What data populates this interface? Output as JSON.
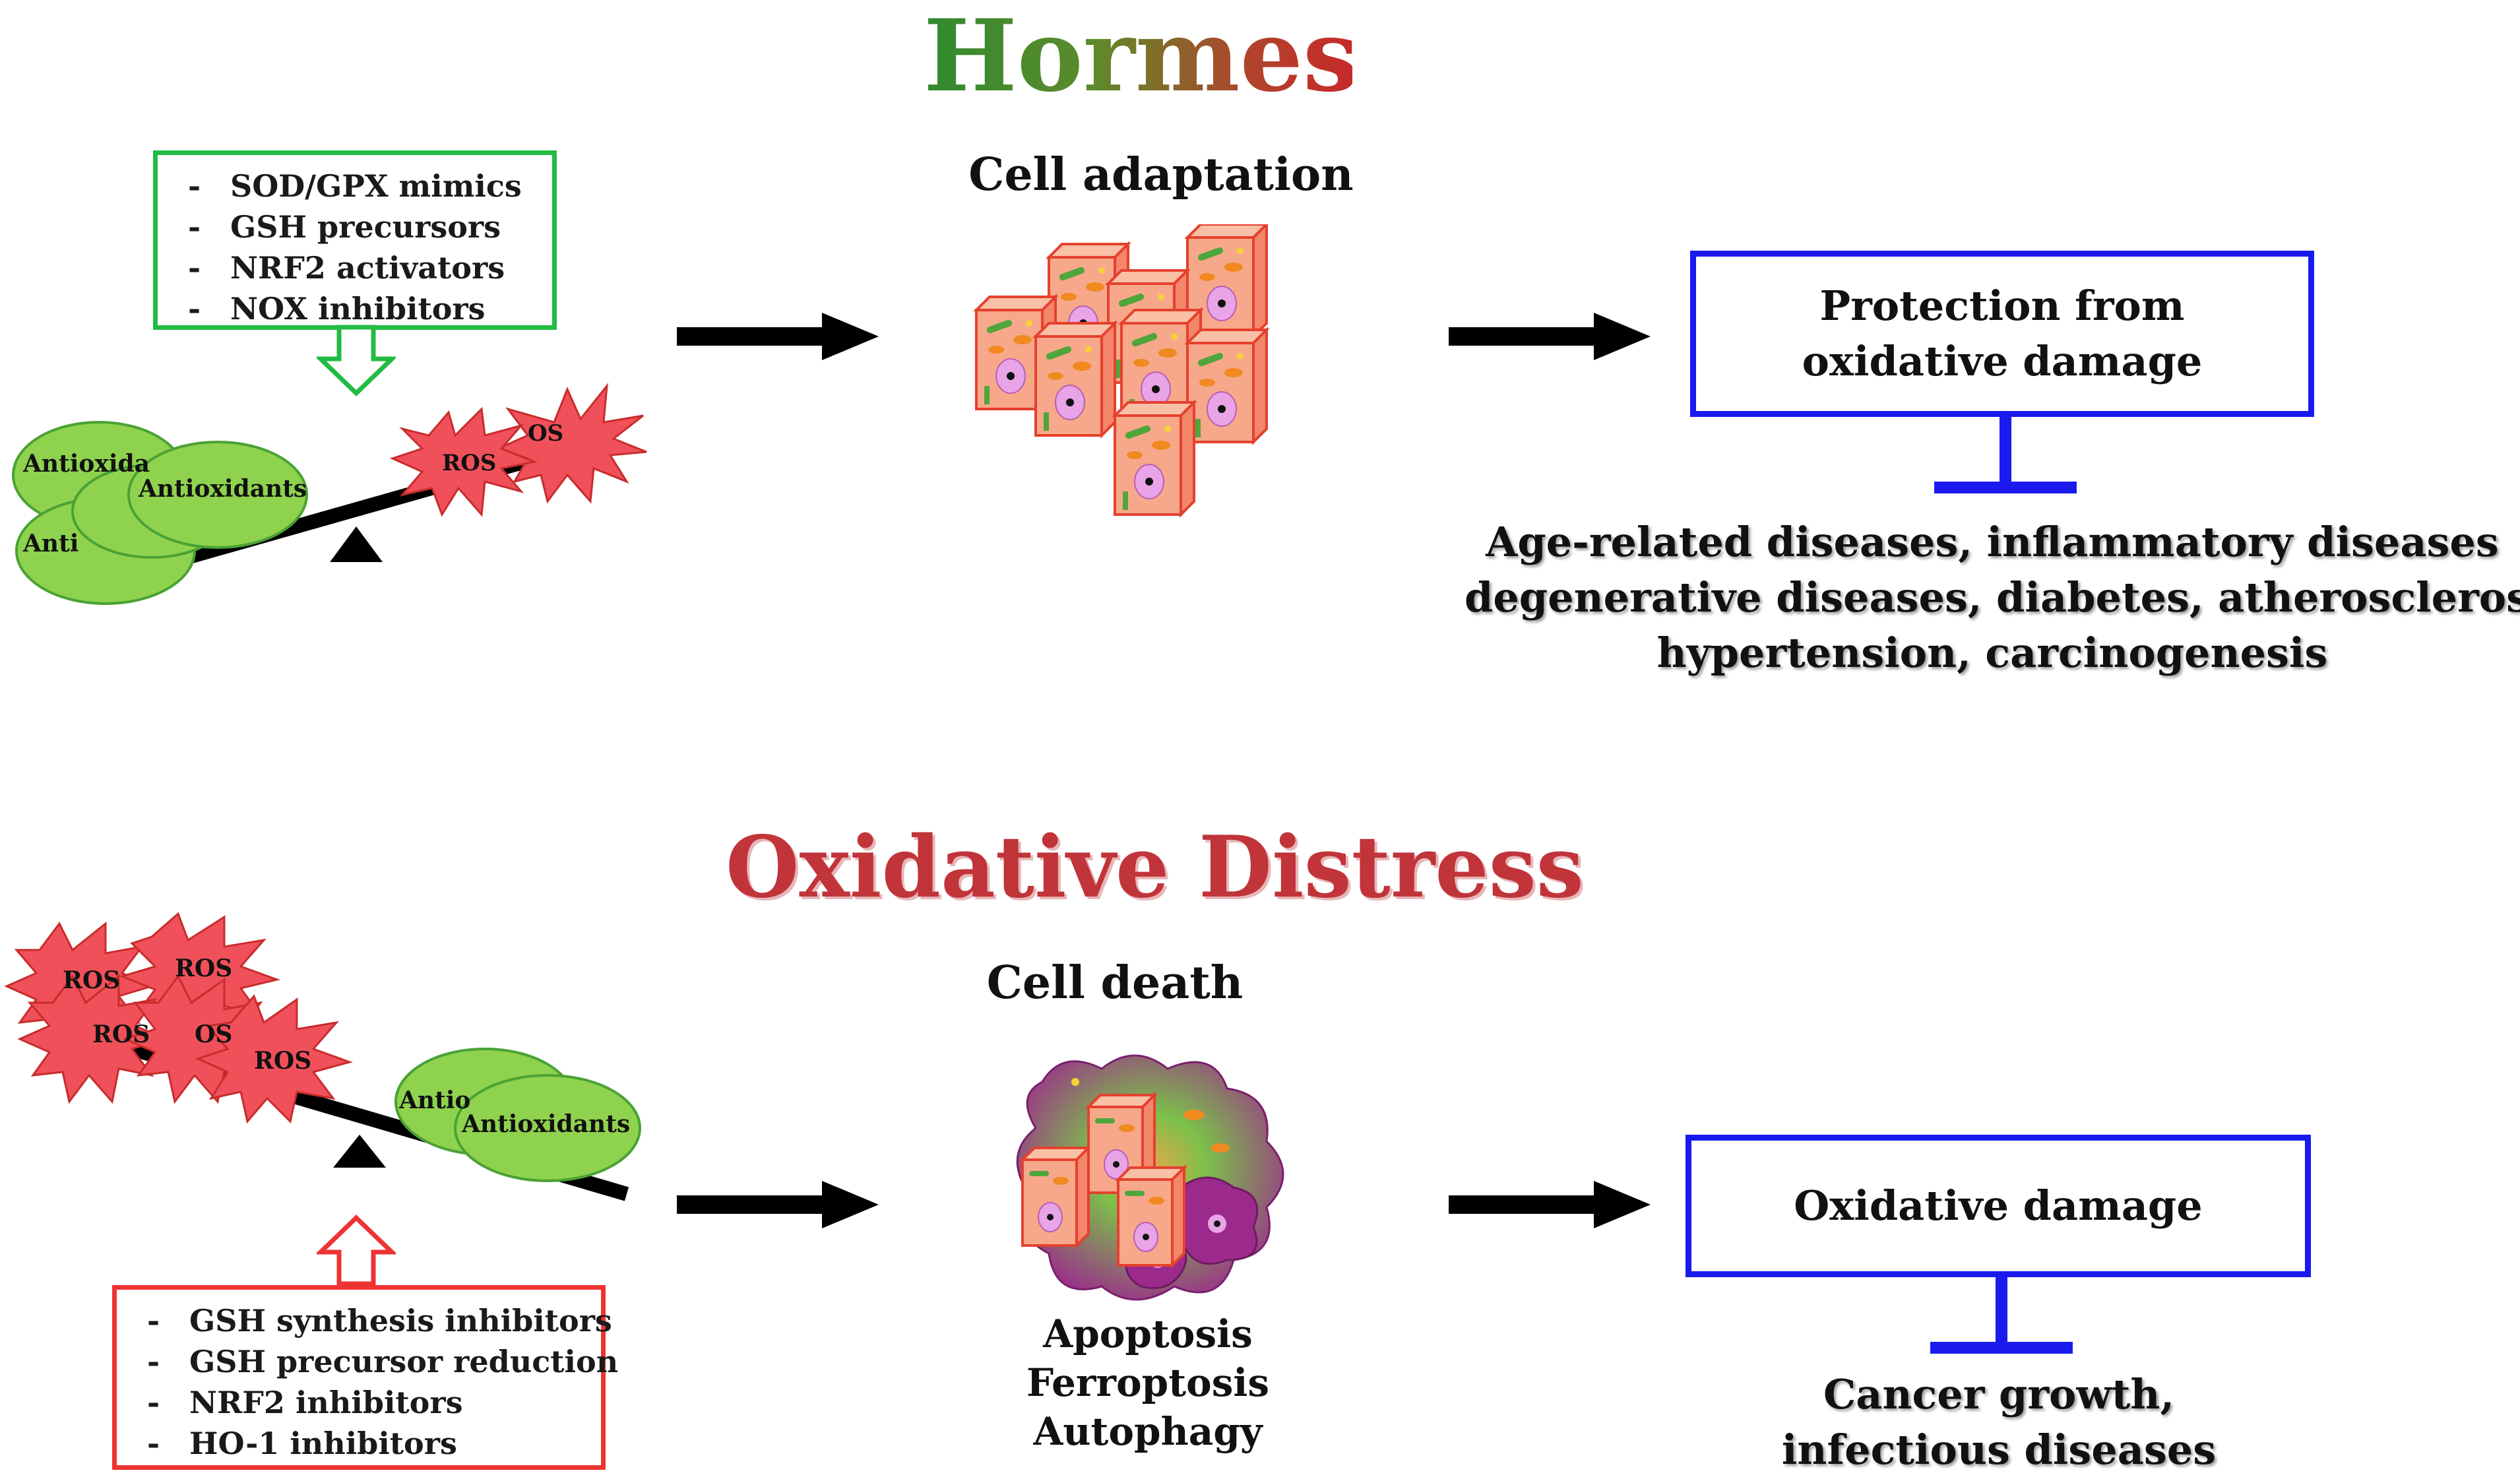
{
  "hormesis": {
    "title": "Hormesis",
    "interventions": [
      "SOD/GPX mimics",
      "GSH precursors",
      "NRF2 activators",
      "NOX inhibitors"
    ],
    "bullet": "-",
    "balance_labels": {
      "antioxidants": "Antioxidants",
      "antioxidants_partial_top": "Antioxida",
      "antioxidants_partial_bottom": "Anti",
      "ros": "ROS",
      "ros_partial": "OS"
    },
    "cell_state": "Cell adaptation",
    "effect": [
      "Protection from",
      "oxidative damage"
    ],
    "outcome": [
      "Age-related diseases, inflammatory diseases",
      "degenerative diseases, diabetes, atherosclerosis,",
      "hypertension, carcinogenesis"
    ]
  },
  "distress": {
    "title": "Oxidative Distress",
    "interventions": [
      "GSH synthesis inhibitors",
      "GSH precursor reduction",
      "NRF2 inhibitors",
      "HO-1 inhibitors"
    ],
    "bullet": "-",
    "balance_labels": {
      "antioxidants": "Antioxidants",
      "antioxidants_partial": "Antio",
      "ros": "ROS",
      "ros_partial": "OS"
    },
    "cell_state": "Cell death",
    "mechanisms": [
      "Apoptosis",
      "Ferroptosis",
      "Autophagy"
    ],
    "effect": [
      "Oxidative damage"
    ],
    "outcome": [
      "Cancer growth,",
      "infectious diseases"
    ]
  },
  "colors": {
    "hormesis_box": "#22bb44",
    "distress_box": "#ee3333",
    "effect_box": "#1a1aee",
    "antioxidant_fill": "#8fd24e",
    "ros_fill": "#f0505a",
    "cell_fill": "#f7a88a",
    "dead_cell_fill": "#9c2a8c"
  },
  "icons": {
    "arrow": "right-arrow-icon",
    "inhibit": "inhibition-bar-icon",
    "fulcrum": "triangle-fulcrum-icon"
  }
}
